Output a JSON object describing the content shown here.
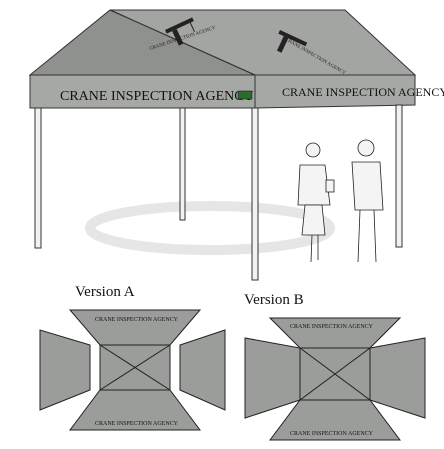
{
  "tent": {
    "valance_front_text": "CRANE INSPECTION AGENCY",
    "valance_side_text": "CRANE INSPECTION AGENCY",
    "roof_logo_text": "CRANE INSPECTION AGENCY",
    "canopy_color": "#9b9d9a",
    "frame_color": "#eeeeee"
  },
  "versions": {
    "a_label": "Version A",
    "b_label": "Version B",
    "panel_text": "CRANE INSPECTION AGENCY"
  },
  "icons": {
    "crane": "crane-icon",
    "badge": "flag-badge-icon"
  }
}
